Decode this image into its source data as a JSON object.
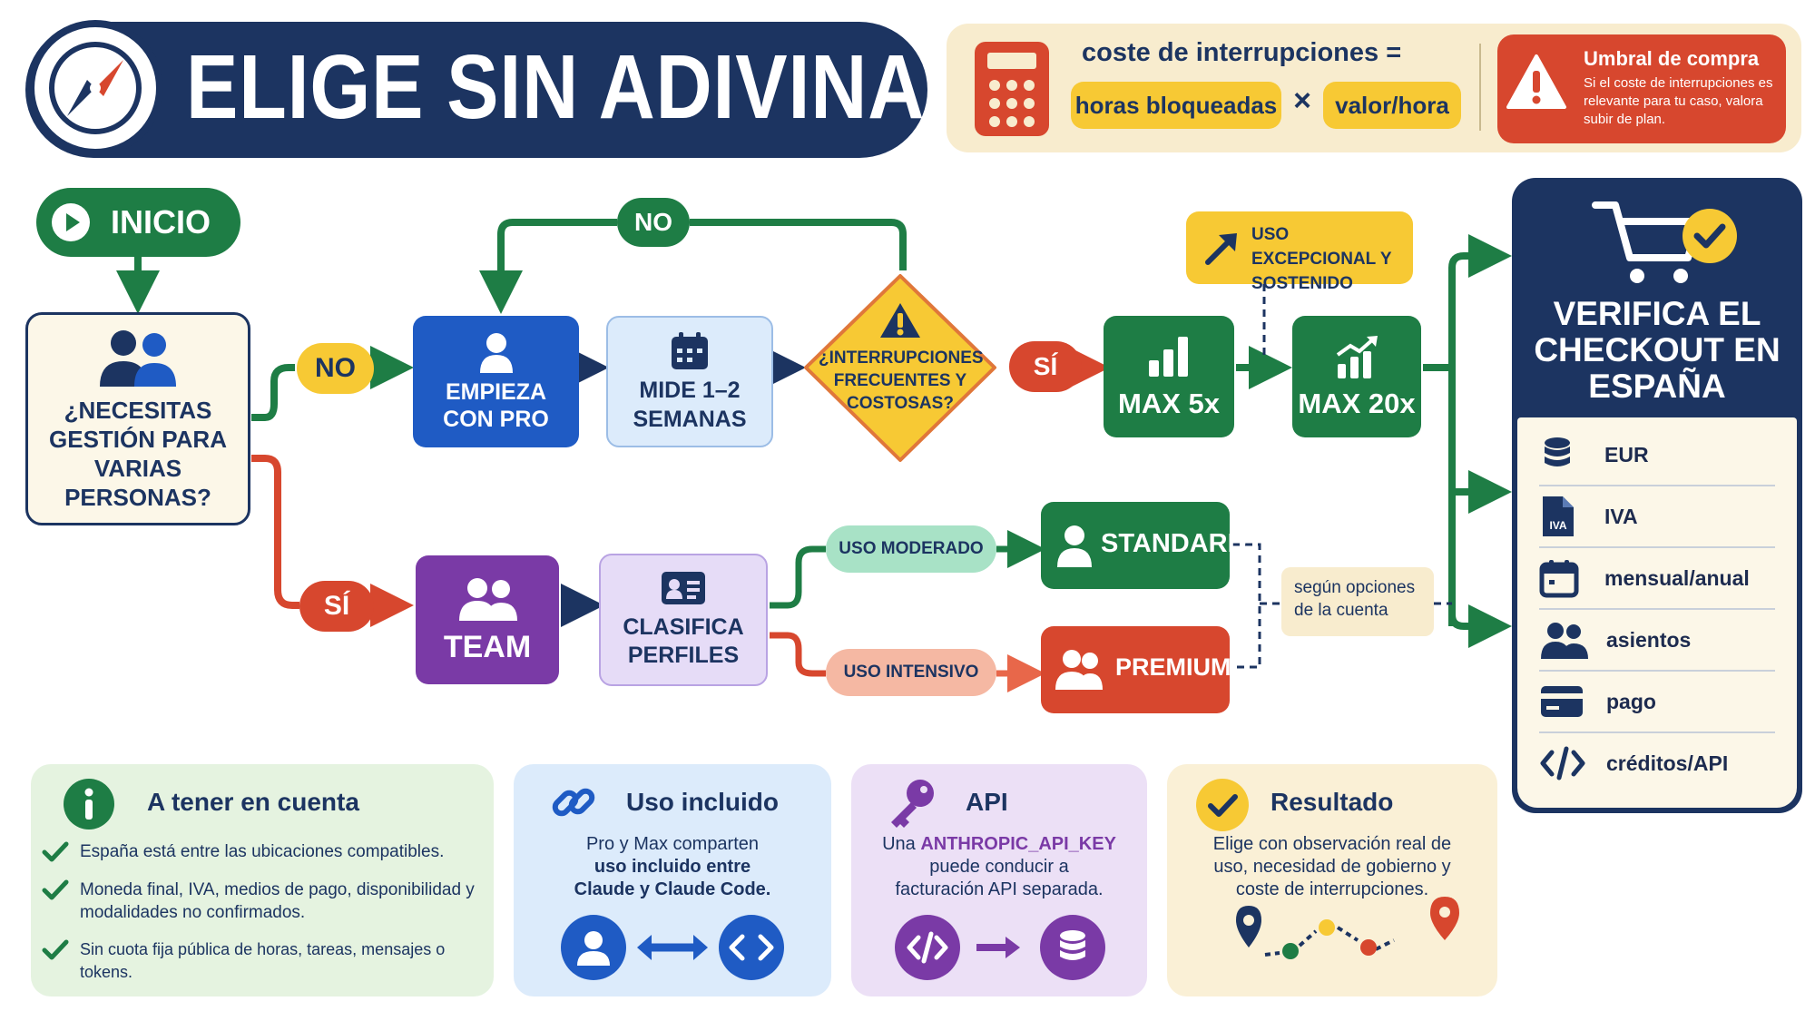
{
  "header": {
    "title": "ELIGE SIN ADIVINAR",
    "formula_title": "coste de interrupciones =",
    "formula_left": "horas bloqueadas",
    "formula_op": "×",
    "formula_right": "valor/hora",
    "threshold_title": "Umbral de compra",
    "threshold_text": "Si el coste de interrupciones es relevante para tu caso, valora subir de plan."
  },
  "flow": {
    "start": "INICIO",
    "question_people": "¿NECESITAS GESTIÓN PARA VARIAS PERSONAS?",
    "no_label_1": "NO",
    "no_label_loop": "NO",
    "si_label_1": "SÍ",
    "si_label_2": "SÍ",
    "pro": "EMPIEZA CON PRO",
    "measure": "MIDE 1–2 SEMANAS",
    "question_interruptions": "¿INTERRUPCIONES FRECUENTES Y COSTOSAS?",
    "max5": "MAX 5x",
    "max20": "MAX 20x",
    "exceptional_use": "USO EXCEPCIONAL Y SOSTENIDO",
    "team": "TEAM",
    "classify": "CLASIFICA PERFILES",
    "moderate_use": "USO MODERADO",
    "intensive_use": "USO INTENSIVO",
    "standard": "STANDARD",
    "premium": "PREMIUM",
    "account_options": "según opciones de la cuenta"
  },
  "checkout": {
    "title": "VERIFICA EL CHECKOUT EN ESPAÑA",
    "items": [
      {
        "label": "EUR",
        "icon": "coins-icon"
      },
      {
        "label": "IVA",
        "icon": "tax-document-icon"
      },
      {
        "label": "mensual/anual",
        "icon": "calendar-icon"
      },
      {
        "label": "asientos",
        "icon": "users-icon"
      },
      {
        "label": "pago",
        "icon": "credit-card-icon"
      },
      {
        "label": "créditos/API",
        "icon": "code-icon"
      }
    ]
  },
  "cards": {
    "notes": {
      "title": "A tener en cuenta",
      "items": [
        "España está entre las ubicaciones compatibles.",
        "Moneda final, IVA, medios de pago, disponibilidad y modalidades no confirmados.",
        "Sin cuota fija pública de horas, tareas, mensajes o tokens."
      ]
    },
    "included": {
      "title": "Uso incluido",
      "line1": "Pro y Max comparten",
      "line2": "uso incluido entre",
      "line3": "Claude y Claude Code."
    },
    "api": {
      "title": "API",
      "line1_prefix": "Una ",
      "line1_key": "ANTHROPIC_API_KEY",
      "line2": "puede conducir a",
      "line3": "facturación API separada."
    },
    "result": {
      "title": "Resultado",
      "text": "Elige con observación real de uso, necesidad de gobierno y coste de interrupciones."
    }
  },
  "colors": {
    "navy": "#1c3461",
    "green": "#1e7d45",
    "blue": "#1f5bc4",
    "purple": "#7a3aa6",
    "red": "#d7472e",
    "yellow": "#f7c934",
    "light_blue": "#dcebfb",
    "light_purple": "#e6dcf7"
  }
}
